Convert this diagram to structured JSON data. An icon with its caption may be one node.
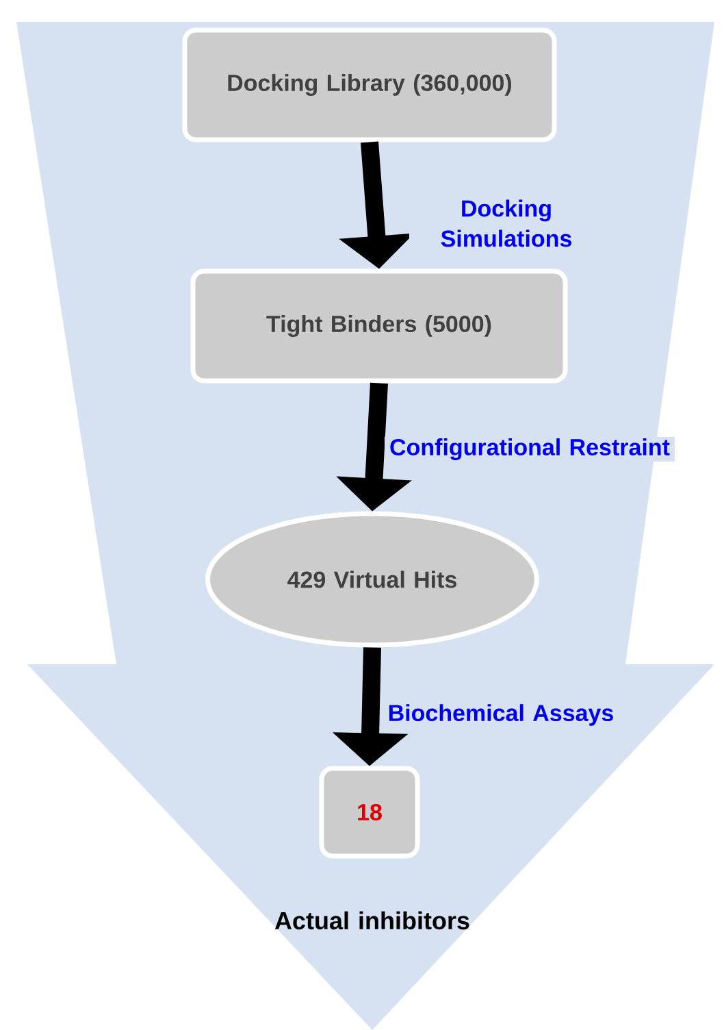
{
  "diagram": {
    "nodes": [
      {
        "text": [
          "Docking Library (360,000)"
        ]
      },
      {
        "text": [
          "Tight Binders (5000)"
        ]
      },
      {
        "text": [
          "429 Virtual Hits"
        ]
      },
      {
        "text": [
          "18"
        ],
        "beside": [
          "Actual inhibitors"
        ]
      }
    ],
    "edges": [
      {
        "from": 0,
        "to": 1,
        "arrow": "to",
        "label": "Docking Simulations"
      },
      {
        "from": 1,
        "to": 2,
        "arrow": "to",
        "label": "Configurational Restraint"
      },
      {
        "from": 2,
        "to": 3,
        "arrow": "to",
        "label": "Biochemical Assays"
      }
    ]
  }
}
